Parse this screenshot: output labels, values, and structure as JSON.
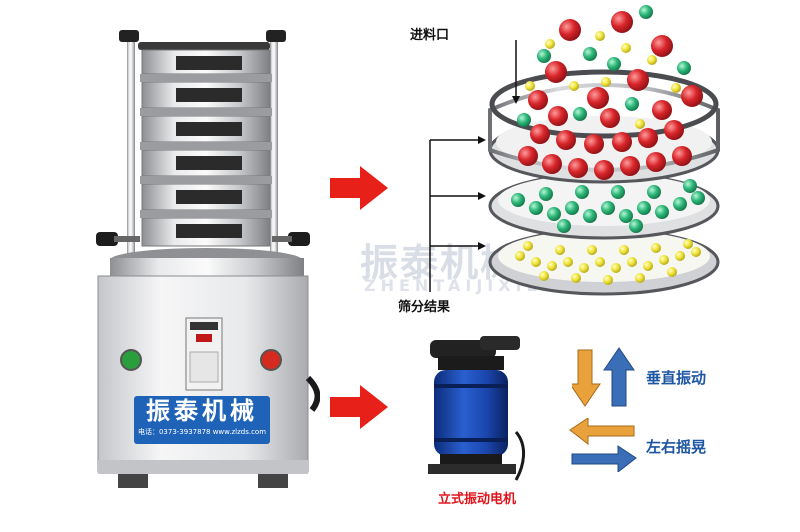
{
  "brand": {
    "name": "振泰机械",
    "contact": "电话：0373-3937878    www.zlzds.com",
    "watermark": "振泰机械",
    "watermark_pinyin": "ZHENTAIJIXIE"
  },
  "labels": {
    "feed_inlet": "进料口",
    "screening_result": "筛分结果",
    "motor": "立式振动电机",
    "vertical_vibration": "垂直振动",
    "horizontal_swing": "左右摇晃"
  },
  "colors": {
    "arrow_red": "#e8201a",
    "panel_blue": "#1f63b8",
    "label_red": "#e0141b",
    "label_blue": "#1d56a3",
    "ball_red": "#d8262b",
    "ball_green": "#2eb87a",
    "ball_yellow": "#f0e43a",
    "vert_arrow_orange": "#e9a23b",
    "vert_arrow_blue": "#3a6fb7"
  },
  "icons": [
    "right-arrow-icon",
    "down-arrow-icon",
    "up-arrow-icon",
    "left-arrow-icon"
  ]
}
